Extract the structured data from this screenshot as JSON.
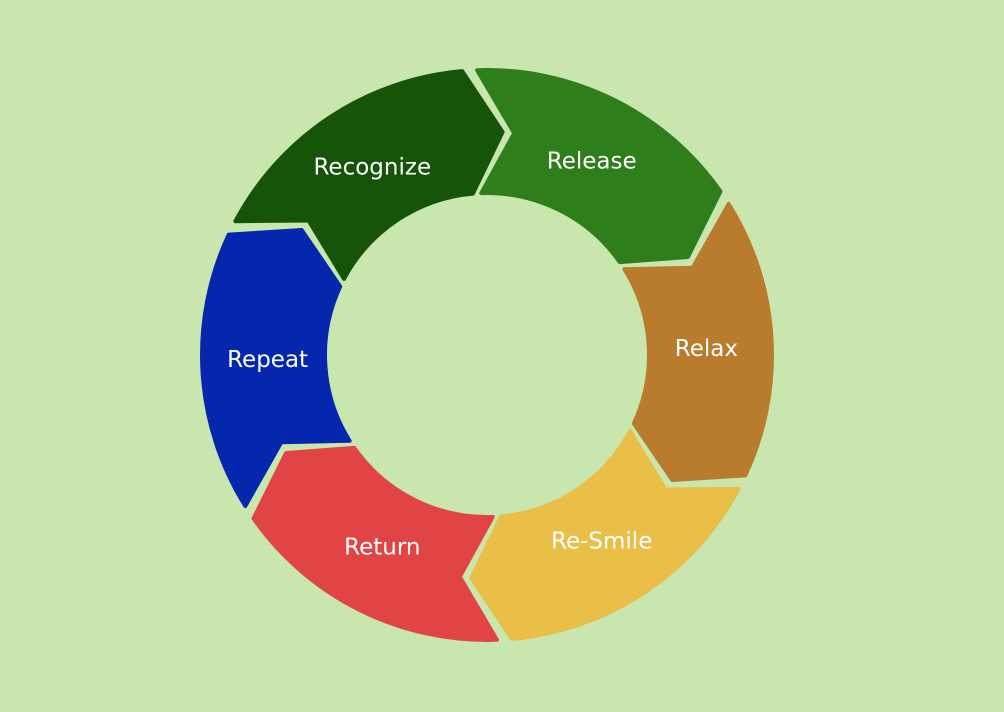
{
  "diagram": {
    "type": "cycle",
    "background": "#c8e6ae",
    "steps": [
      {
        "label": "Recognize",
        "color": "#155409"
      },
      {
        "label": "Release",
        "color": "#2e7e1c"
      },
      {
        "label": "Relax",
        "color": "#b87c2c"
      },
      {
        "label": "Re-Smile",
        "color": "#eabf47"
      },
      {
        "label": "Return",
        "color": "#e04444"
      },
      {
        "label": "Repeat",
        "color": "#0427ae"
      }
    ]
  }
}
